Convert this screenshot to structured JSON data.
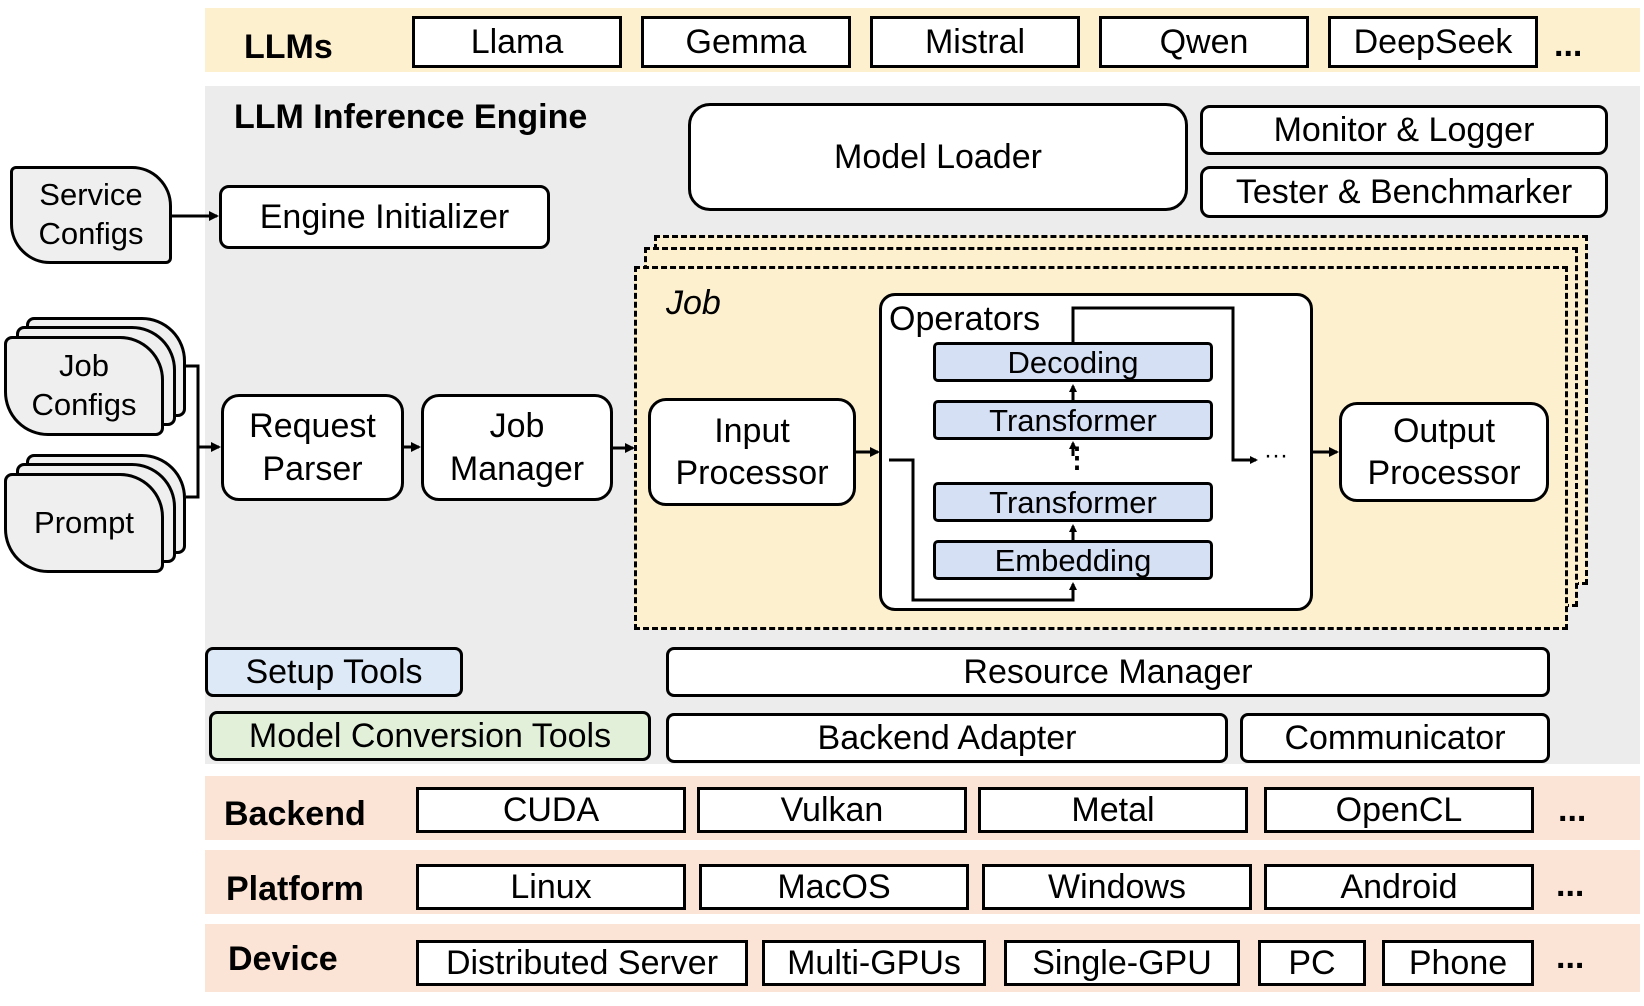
{
  "colors": {
    "llm_band": "#fcf0cf",
    "engine_bg": "#ececec",
    "job_bg": "#fcf0cf",
    "lower_band": "#fbe3d6",
    "operator_fill": "#d6e0f5",
    "setup_fill": "#dde9f7",
    "conversion_fill": "#e2f0d9",
    "config_card_fill": "#efefef"
  },
  "llms": {
    "label": "LLMs",
    "items": [
      "Llama",
      "Gemma",
      "Mistral",
      "Qwen",
      "DeepSeek"
    ],
    "more": "..."
  },
  "engine": {
    "title": "LLM Inference Engine",
    "model_loader": "Model Loader",
    "monitor_logger": "Monitor & Logger",
    "tester_benchmarker": "Tester & Benchmarker",
    "engine_initializer": "Engine Initializer",
    "request_parser": [
      "Request",
      "Parser"
    ],
    "job_manager": [
      "Job",
      "Manager"
    ],
    "setup_tools": "Setup Tools",
    "model_conversion_tools": "Model Conversion Tools",
    "resource_manager": "Resource Manager",
    "backend_adapter": "Backend Adapter",
    "communicator": "Communicator"
  },
  "inputs": {
    "service_configs": [
      "Service",
      "Configs"
    ],
    "job_configs": [
      "Job",
      "Configs"
    ],
    "prompt": "Prompt"
  },
  "job": {
    "title": "Job",
    "input_processor": [
      "Input",
      "Processor"
    ],
    "output_processor": [
      "Output",
      "Processor"
    ],
    "operators_title": "Operators",
    "operators": [
      "Decoding",
      "Transformer",
      "Transformer",
      "Embedding"
    ],
    "vdots": "⋮",
    "hdots": "···"
  },
  "backend": {
    "label": "Backend",
    "items": [
      "CUDA",
      "Vulkan",
      "Metal",
      "OpenCL"
    ],
    "more": "..."
  },
  "platform": {
    "label": "Platform",
    "items": [
      "Linux",
      "MacOS",
      "Windows",
      "Android"
    ],
    "more": "..."
  },
  "device": {
    "label": "Device",
    "items": [
      "Distributed Server",
      "Multi-GPUs",
      "Single-GPU",
      "PC",
      "Phone"
    ],
    "more": "..."
  }
}
